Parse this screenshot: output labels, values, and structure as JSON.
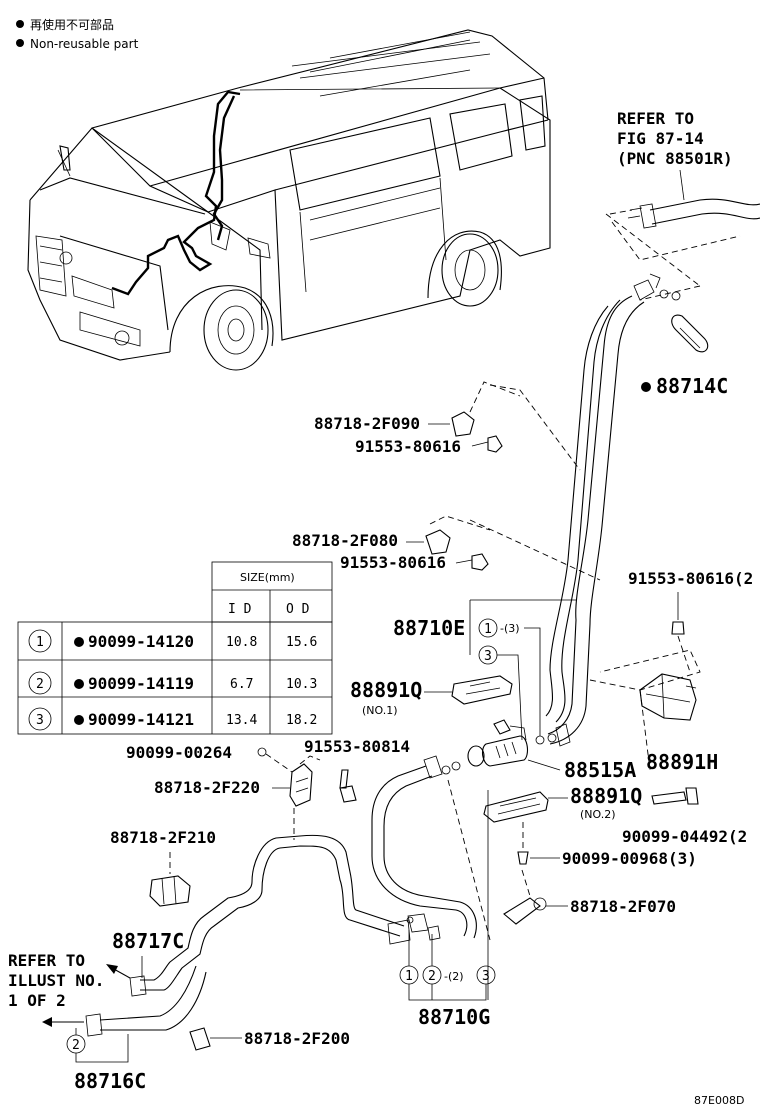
{
  "legend": {
    "ja": "再使用不可部品",
    "en": "Non-reusable part"
  },
  "refer_top": {
    "line1": "REFER TO",
    "line2": "FIG 87-14",
    "line3": "(PNC 88501R)"
  },
  "refer_left": {
    "line1": "REFER TO",
    "line2": "ILLUST NO.",
    "line3": "1 OF 2"
  },
  "labels": {
    "p88714C": "88714C",
    "p88718_2F090": "88718-2F090",
    "p91553_80616_a": "91553-80616",
    "p88718_2F080": "88718-2F080",
    "p91553_80616_b": "91553-80616",
    "p91553_80616_c": "91553-80616(2",
    "p88710E": "88710E",
    "p88710E_qty": "-(3)",
    "p88891Q_1": "88891Q",
    "p88891Q_1_sub": "(NO.1)",
    "p88515A": "88515A",
    "p88891H": "88891H",
    "p88891Q_2": "88891Q",
    "p88891Q_2_sub": "(NO.2)",
    "p90099_04492": "90099-04492(2",
    "p90099_00968": "90099-00968(3)",
    "p88718_2F070": "88718-2F070",
    "p90099_00264": "90099-00264",
    "p91553_80814": "91553-80814",
    "p88718_2F220": "88718-2F220",
    "p88718_2F210": "88718-2F210",
    "p88717C": "88717C",
    "p88718_2F200": "88718-2F200",
    "p88716C": "88716C",
    "p88710G": "88710G",
    "p88710G_qty": "-(2)",
    "diagram_code": "87E008D"
  },
  "size_table": {
    "title": "SIZE(mm)",
    "col_id": "I D",
    "col_od": "O D",
    "rows": [
      {
        "num": "1",
        "part": "90099-14120",
        "id": "10.8",
        "od": "15.6"
      },
      {
        "num": "2",
        "part": "90099-14119",
        "id": "6.7",
        "od": "10.3"
      },
      {
        "num": "3",
        "part": "90099-14121",
        "id": "13.4",
        "od": "18.2"
      }
    ]
  },
  "callouts": {
    "c1": "1",
    "c2": "2",
    "c3": "3"
  }
}
